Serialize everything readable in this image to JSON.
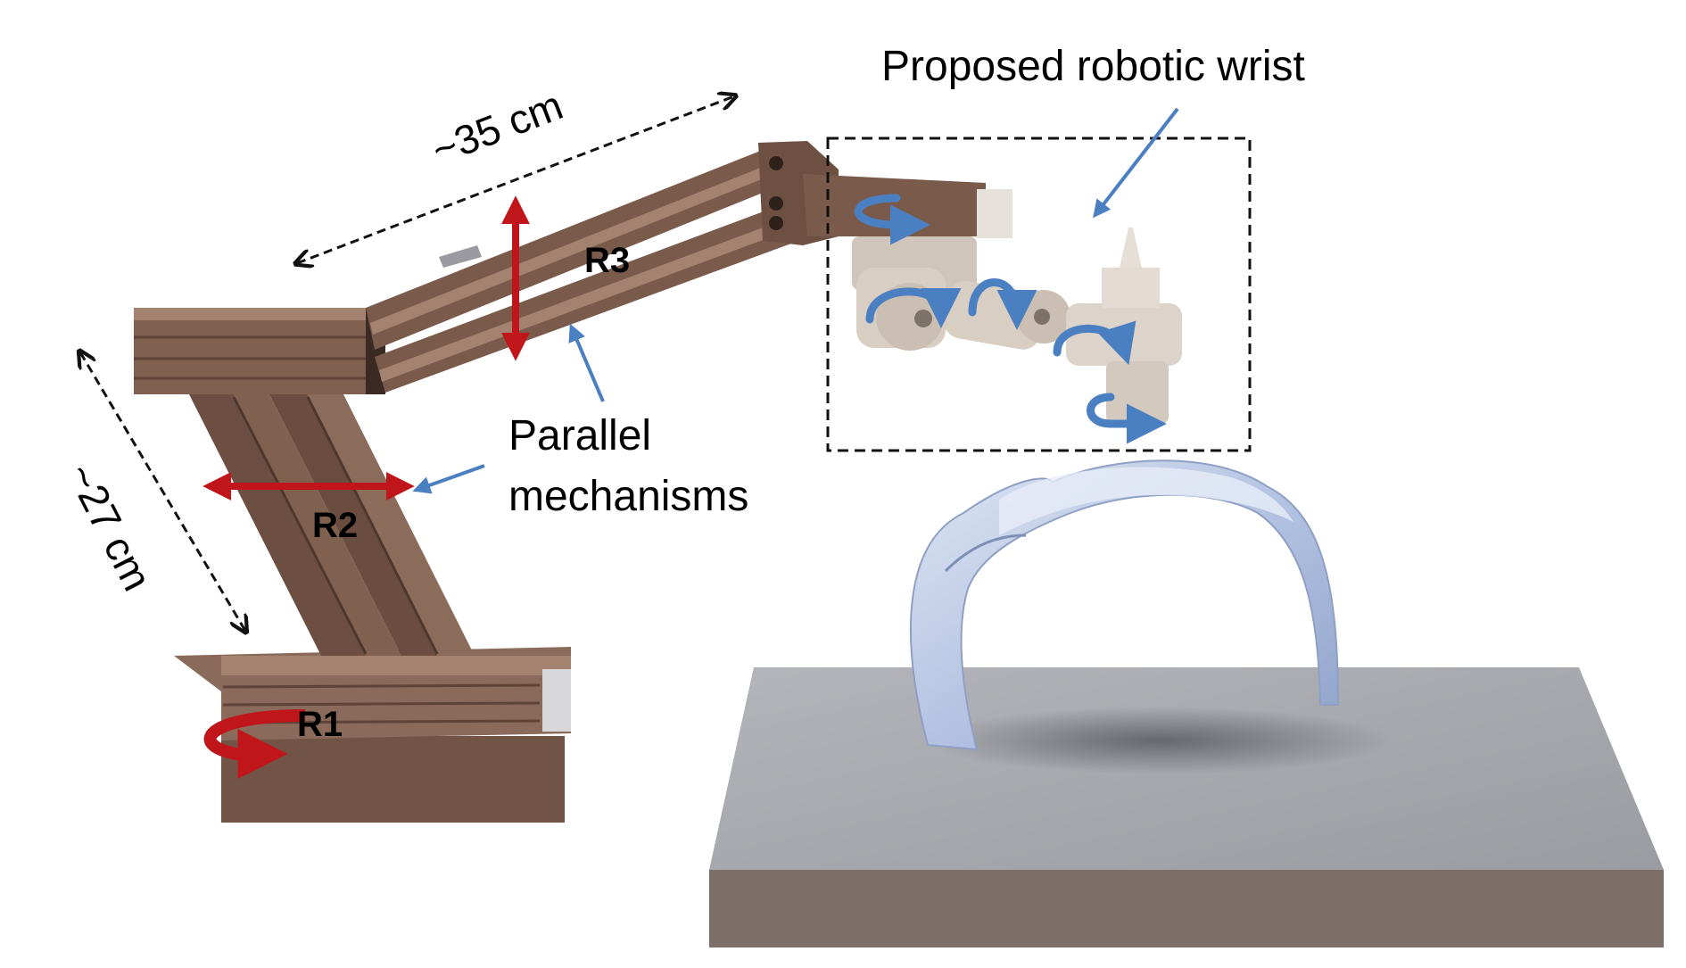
{
  "labels": {
    "wrist_title": "Proposed robotic wrist",
    "dim_upper": "~35 cm",
    "dim_lower": "~27 cm",
    "parallel_line1": "Parallel",
    "parallel_line2": "mechanisms",
    "r1": "R1",
    "r2": "R2",
    "r3": "R3"
  },
  "colors": {
    "frame_brown": "#7a5a4a",
    "frame_dark": "#5a4034",
    "frame_light": "#a0806e",
    "rotation_red": "#c0161b",
    "annotation_blue": "#4a7fc1",
    "table_gray": "#a4a6ab",
    "table_side": "#7a6c66",
    "shell_blue": "#c3cfe8",
    "wrist_beige": "#d8cec4"
  }
}
